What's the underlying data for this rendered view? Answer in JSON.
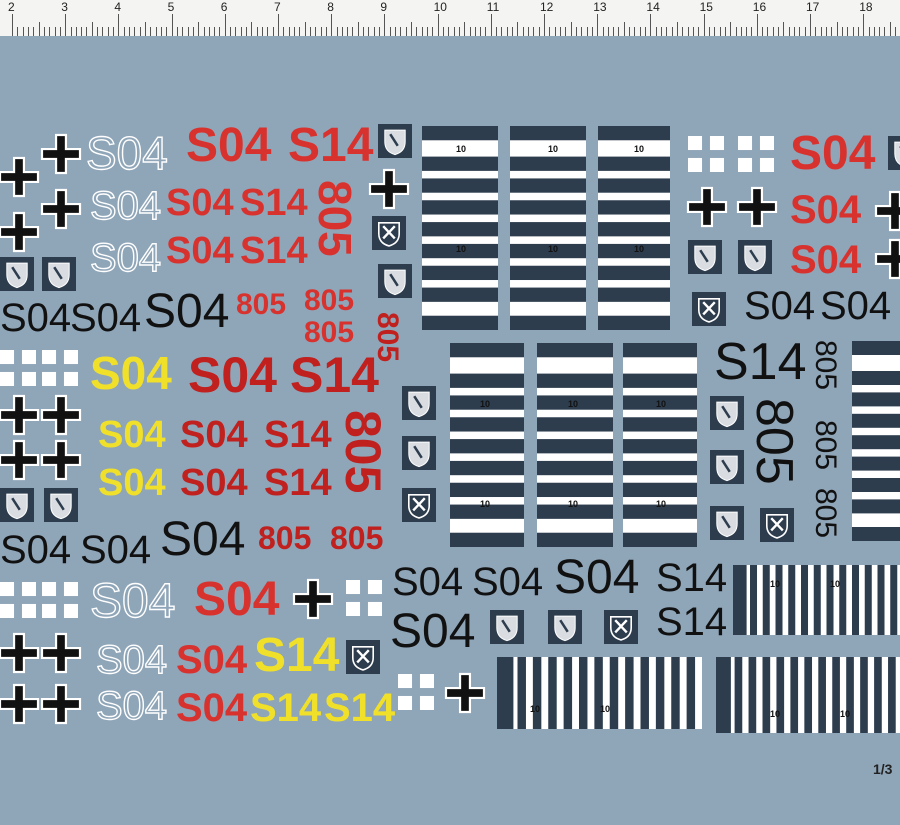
{
  "ruler": {
    "labels": [
      "2",
      "3",
      "4",
      "5",
      "6",
      "7",
      "8",
      "9",
      "10",
      "11",
      "12",
      "13",
      "14",
      "15",
      "16",
      "17",
      "18"
    ]
  },
  "markings": {
    "s04": "S04",
    "s14": "S14",
    "n805": "805",
    "n10": "10"
  },
  "scale_label": "1/3",
  "colors": {
    "sheet": "#8fa5b8",
    "red": "#d8322e",
    "dark_red": "#c0201e",
    "yellow": "#f0e02a",
    "black": "#111111",
    "white": "#ffffff",
    "navy": "#2d3d4e"
  },
  "icons": [
    "balkenkreuz-icon",
    "outline-cross-icon",
    "shield-emblem-icon",
    "crossed-hammers-emblem-icon",
    "zimmerit-stripe-panel"
  ]
}
